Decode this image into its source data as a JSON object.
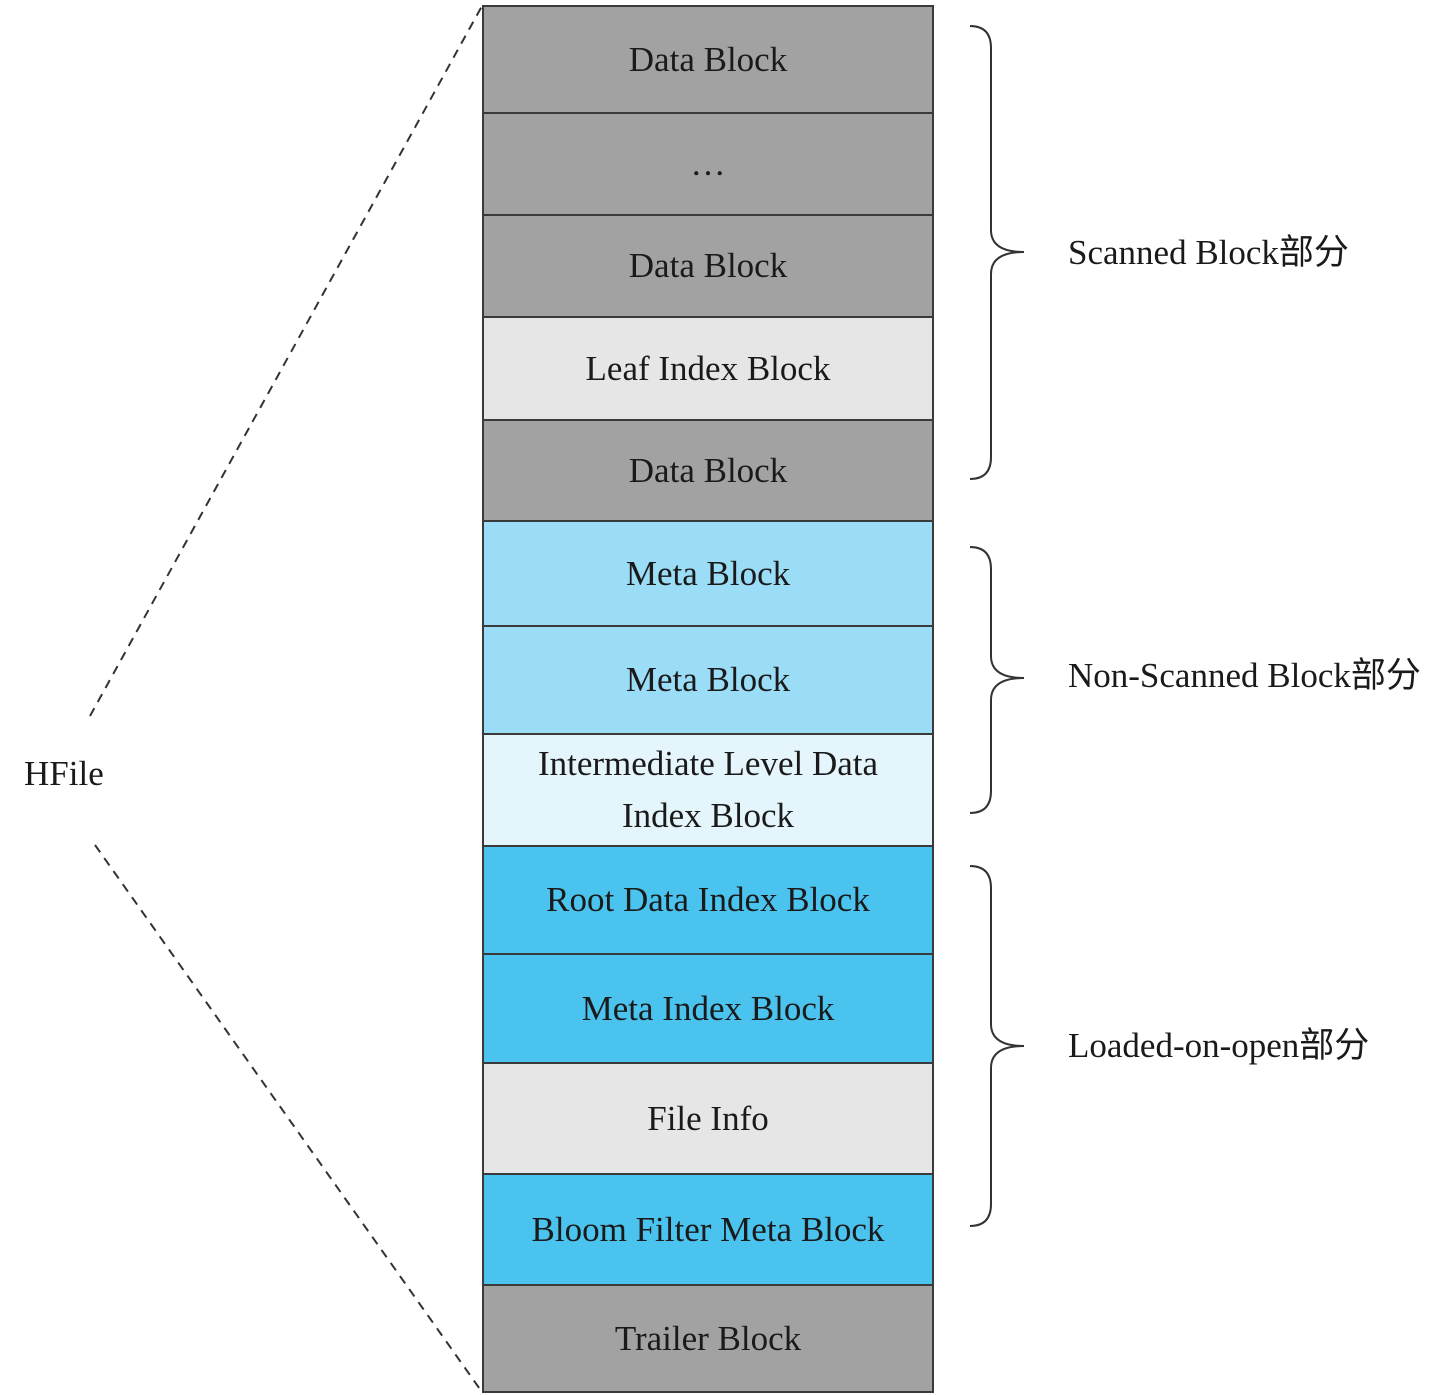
{
  "hfile_label": "HFile",
  "blocks": [
    {
      "label": "Data Block",
      "fill": "#a3a2a3"
    },
    {
      "label": "…",
      "fill": "#a3a2a3"
    },
    {
      "label": "Data Block",
      "fill": "#a3a2a3"
    },
    {
      "label": "Leaf Index Block",
      "fill": "#e6e6e6"
    },
    {
      "label": "Data Block",
      "fill": "#a3a2a3"
    },
    {
      "label": "Meta Block",
      "fill": "#9bddf6"
    },
    {
      "label": "Meta Block",
      "fill": "#9bddf6"
    },
    {
      "label": "Intermediate Level Data Index Block",
      "fill": "#e5f5fc"
    },
    {
      "label": "Root Data Index Block",
      "fill": "#4bc3ef"
    },
    {
      "label": "Meta Index Block",
      "fill": "#4bc3ef"
    },
    {
      "label": "File Info",
      "fill": "#e6e6e6"
    },
    {
      "label": "Bloom Filter Meta Block",
      "fill": "#4bc3ef"
    },
    {
      "label": "Trailer Block",
      "fill": "#a3a2a3"
    }
  ],
  "sections": [
    {
      "label": "Scanned Block部分",
      "from_block": 0,
      "to_block": 4
    },
    {
      "label": "Non-Scanned Block部分",
      "from_block": 5,
      "to_block": 7
    },
    {
      "label": "Loaded-on-open部分",
      "from_block": 8,
      "to_block": 11
    }
  ]
}
